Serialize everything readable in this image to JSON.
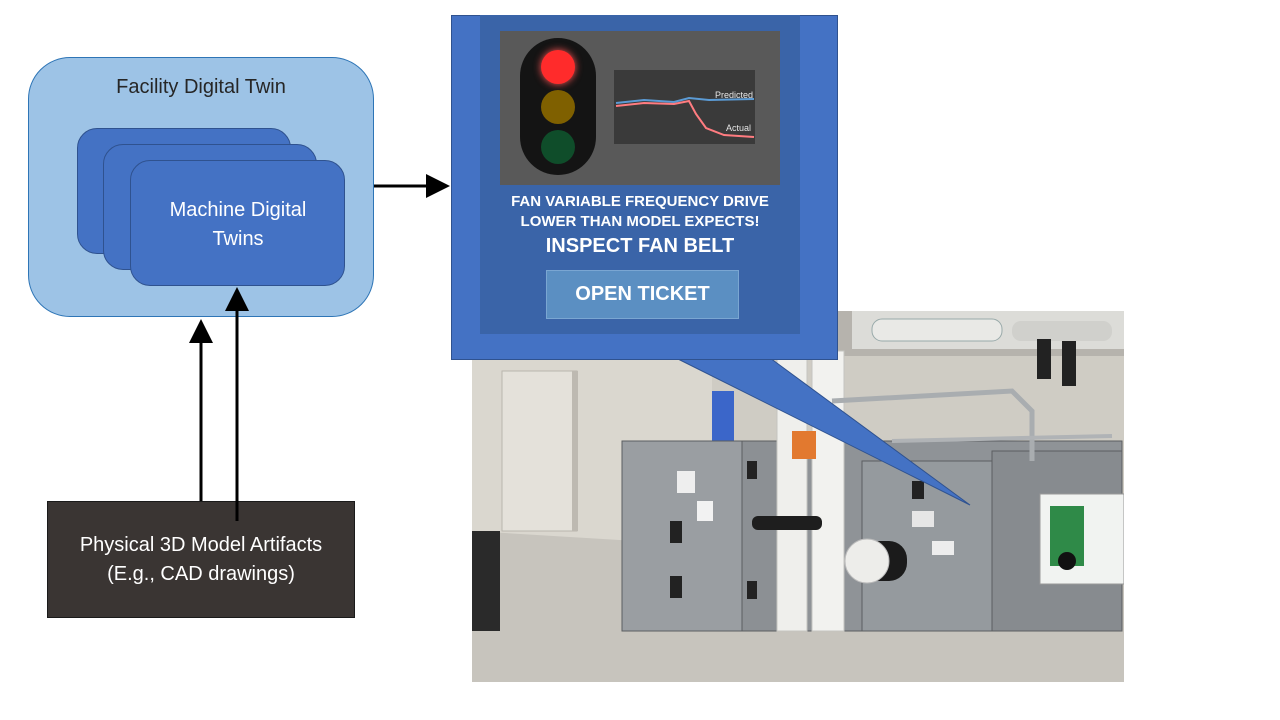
{
  "facility": {
    "title": "Facility Digital Twin"
  },
  "machine": {
    "line1": "Machine Digital",
    "line2": "Twins"
  },
  "artifacts": {
    "line1": "Physical 3D Model Artifacts",
    "line2": "(E.g., CAD drawings)"
  },
  "alert": {
    "line1": "FAN VARIABLE FREQUENCY DRIVE",
    "line2": "LOWER THAN MODEL EXPECTS!",
    "line3": "INSPECT FAN BELT",
    "button_label": "OPEN TICKET",
    "traffic_light_active": "red",
    "chart": {
      "predicted_label": "Predicted",
      "actual_label": "Actual",
      "predicted_color": "#5b9bd5",
      "actual_color": "#ff7c80"
    }
  },
  "colors": {
    "facility_fill": "#9dc3e6",
    "machine_fill": "#4472c4",
    "artifacts_fill": "#3a3533",
    "callout_fill": "#4472c4"
  }
}
